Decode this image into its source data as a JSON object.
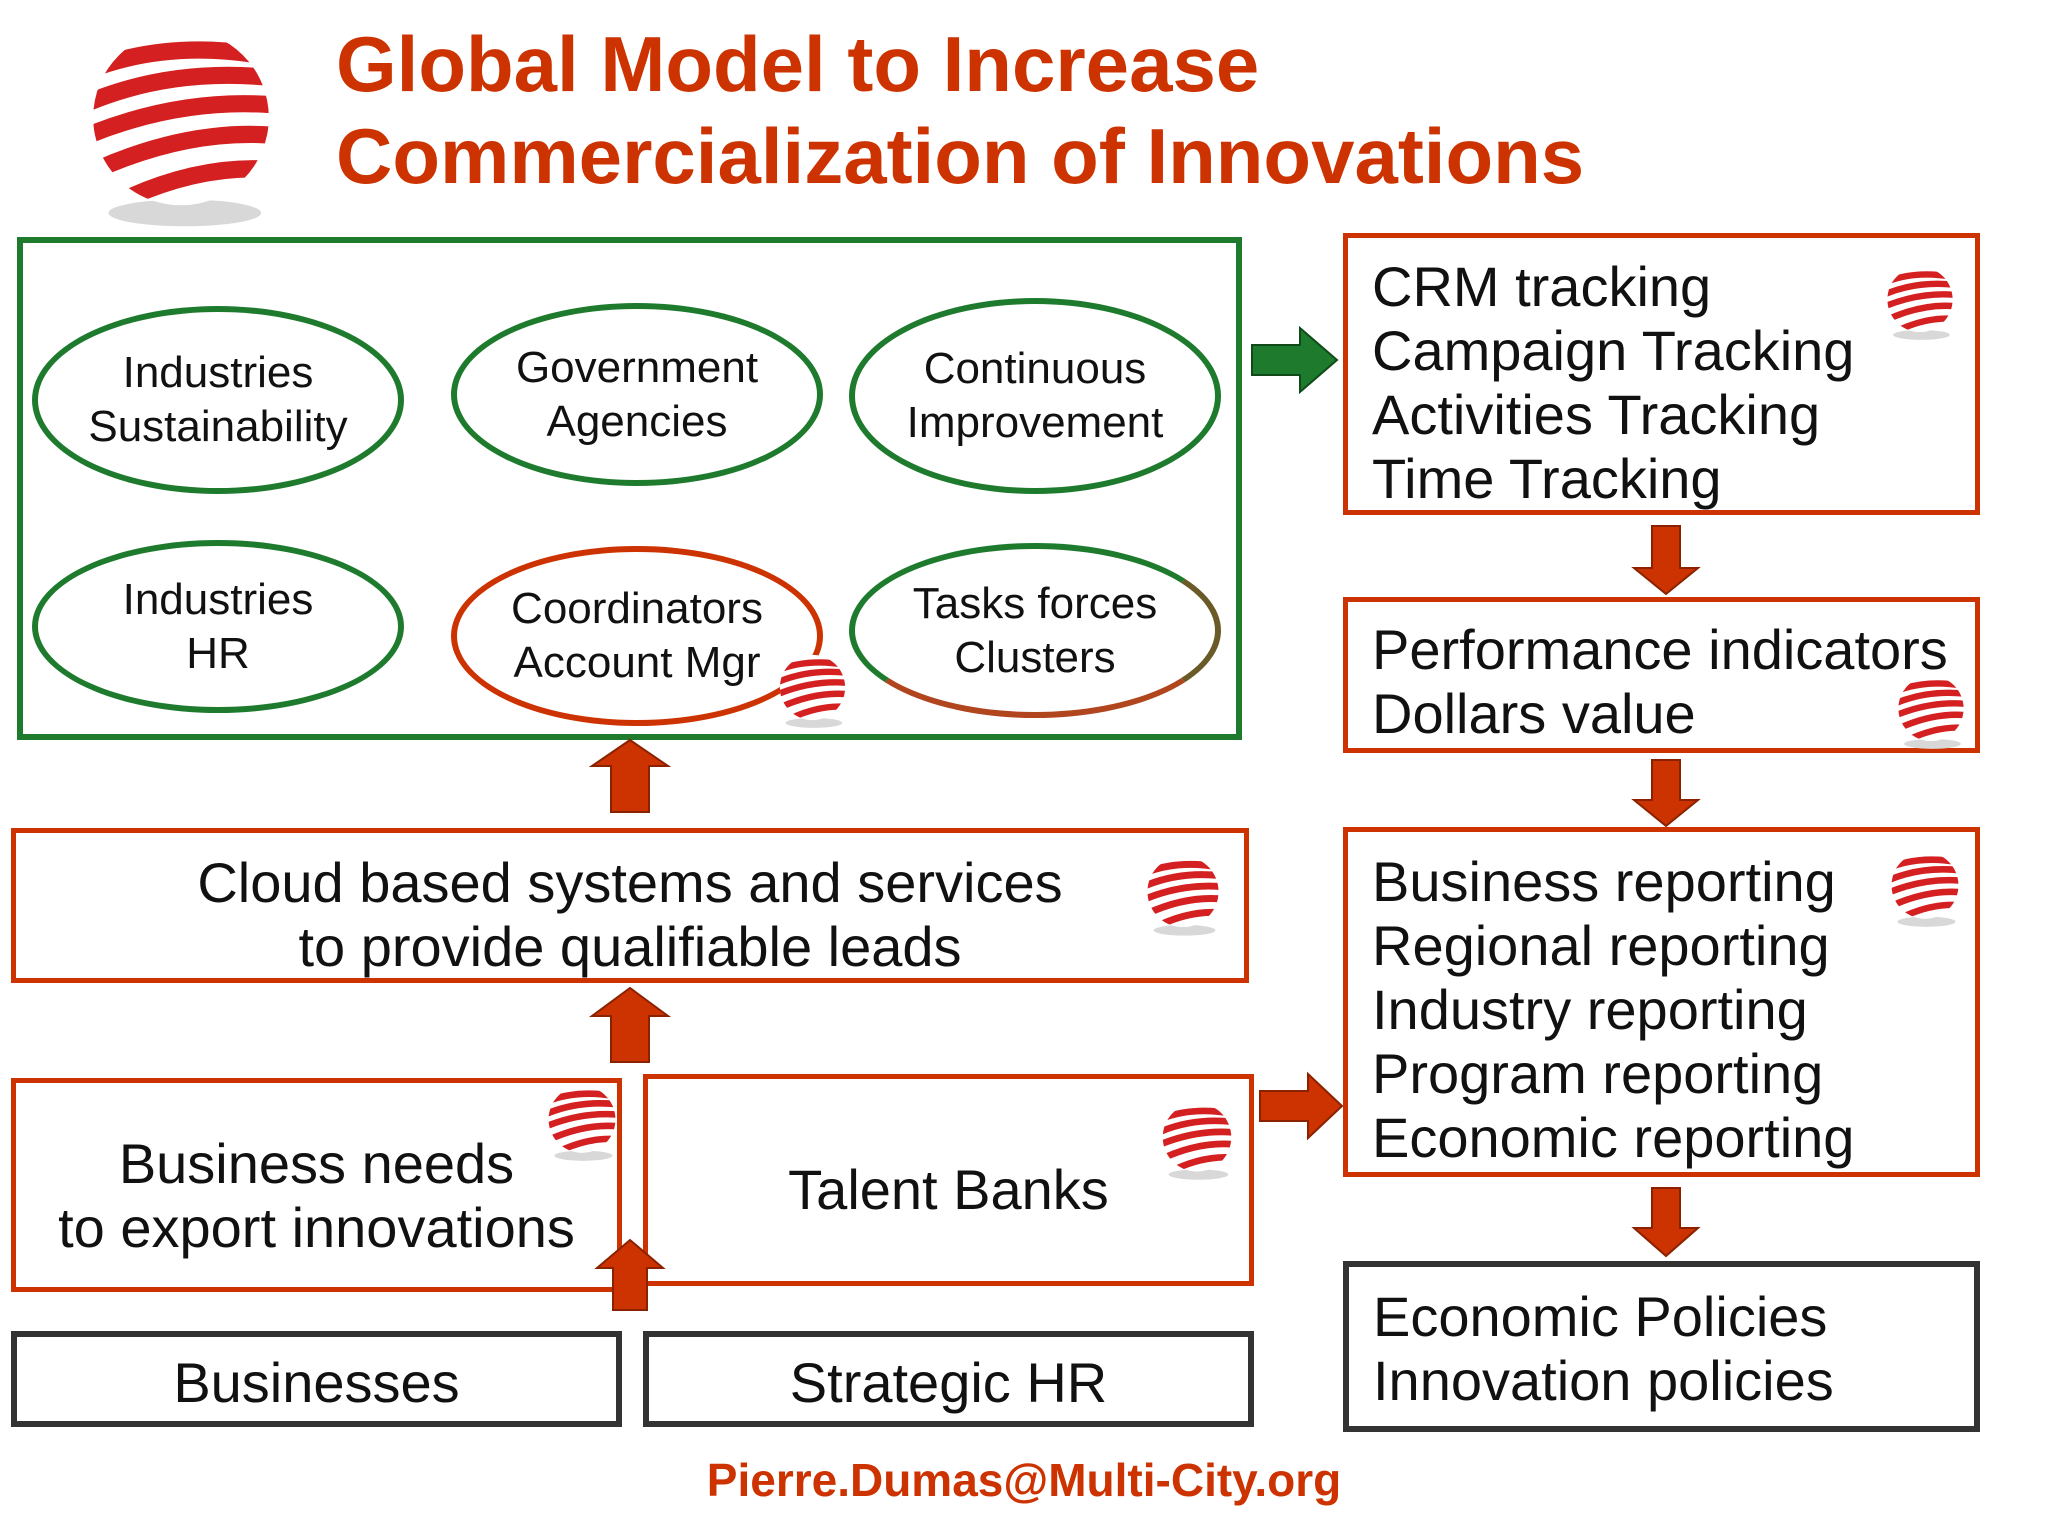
{
  "title": {
    "line1": "Global Model to Increase",
    "line2": "Commercialization of Innovations"
  },
  "colors": {
    "accent_red": "#CC3300",
    "frame_green": "#1E7B2E",
    "frame_dark": "#333333"
  },
  "logo_icon": "red-striped-globe-icon",
  "ellipses": {
    "industries_sustainability": [
      "Industries",
      "Sustainability"
    ],
    "government_agencies": [
      "Government",
      "Agencies"
    ],
    "continuous_improvement": [
      "Continuous",
      "Improvement"
    ],
    "industries_hr": [
      "Industries",
      "HR"
    ],
    "coordinators": [
      "Coordinators",
      "Account Mgr"
    ],
    "task_forces": [
      "Tasks forces",
      "Clusters"
    ]
  },
  "cloud_box": [
    "Cloud based systems and services",
    "to provide qualifiable leads"
  ],
  "business_needs_box": [
    "Business needs",
    "to export innovations"
  ],
  "talent_banks_box": "Talent Banks",
  "businesses_box": "Businesses",
  "strategic_hr_box": "Strategic HR",
  "tracking_box": [
    "CRM tracking",
    "Campaign Tracking",
    "Activities Tracking",
    "Time Tracking"
  ],
  "performance_box": [
    "Performance indicators",
    "Dollars value"
  ],
  "reporting_box": [
    "Business reporting",
    "Regional reporting",
    "Industry reporting",
    "Program reporting",
    "Economic reporting"
  ],
  "policies_box": [
    "Economic Policies",
    "Innovation policies"
  ],
  "footer": "Pierre.Dumas@Multi-City.org"
}
